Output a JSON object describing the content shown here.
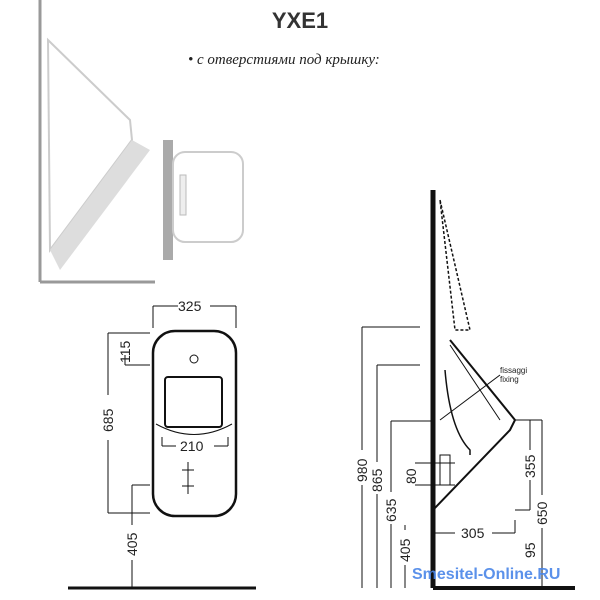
{
  "title": "YXE1",
  "subtitle": "• с отверстиями под крышку:",
  "watermark": "Smesitel-Online.RU",
  "front_view": {
    "width": "325",
    "height": "685",
    "top_hole": "115",
    "floor_height": "405",
    "fixing_span": "210"
  },
  "side_view": {
    "fixing_label_1": "fissaggi",
    "fixing_label_2": "fixing",
    "dims": [
      "980",
      "865",
      "635",
      "405",
      "80",
      "355",
      "650",
      "305",
      "95"
    ]
  }
}
